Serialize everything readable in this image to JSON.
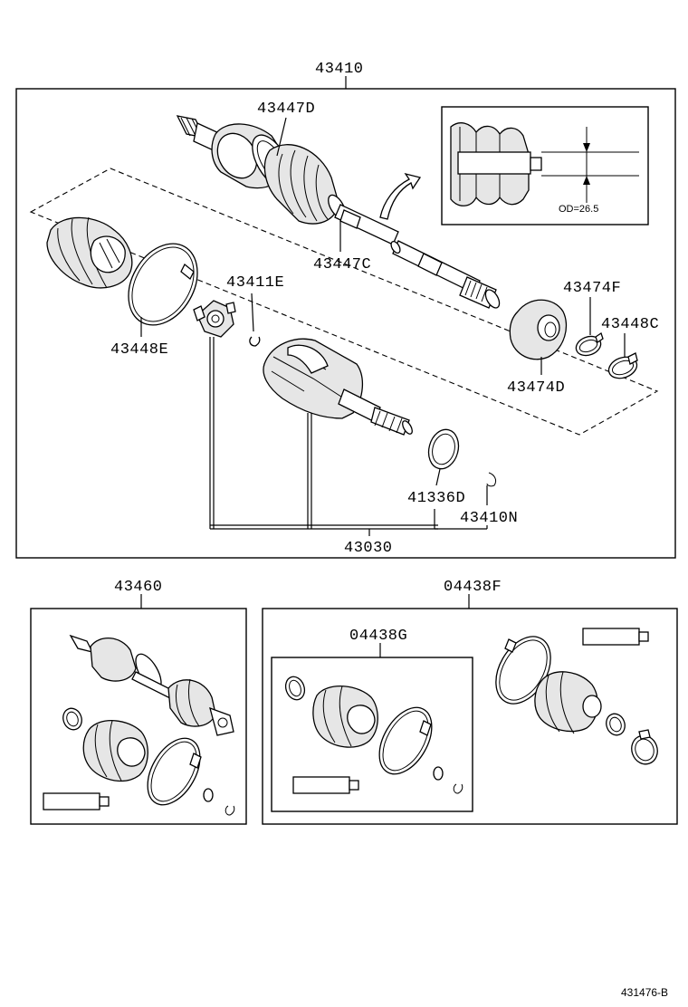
{
  "labels": {
    "assy_main": "43410",
    "clamp_outer": "43447D",
    "clamp_inner": "43447C",
    "boot_clamp_e": "43448E",
    "joint_411e": "43411E",
    "boot_474f": "43474F",
    "clamp_448c": "43448C",
    "boot_474d": "43474D",
    "seal_336d": "41336D",
    "ring_410n": "43410N",
    "inner_assy": "43030",
    "outer_assy": "43460",
    "boot_kit_f": "04438F",
    "boot_kit_g": "04438G"
  },
  "inset": {
    "od_text": "OD=26.5"
  },
  "reference_code": "431476-B"
}
